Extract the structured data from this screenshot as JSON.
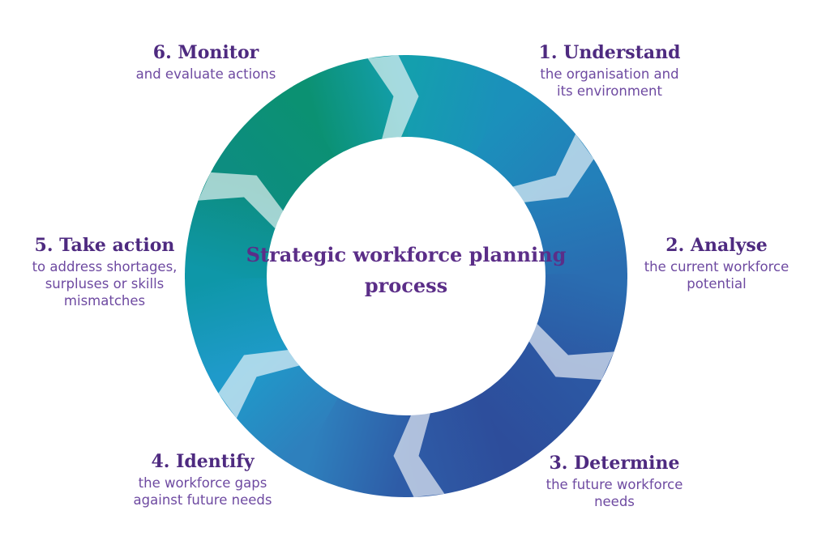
{
  "diagram": {
    "center_title_line1": "Strategic workforce planning",
    "center_title_line2": "process",
    "colors": {
      "title_purple": "#4e2a80",
      "desc_purple": "#6e4aa1",
      "center_purple": "#5b2e88",
      "chevron": "rgba(255,255,255,0.62)",
      "ring_stops": [
        "#149fae",
        "#1b90bb",
        "#2380ba",
        "#2a6db1",
        "#2c57a3",
        "#2d4d9b",
        "#2e5ca7",
        "#2e80bd",
        "#1f9aca",
        "#0e97a8",
        "#0d8d80",
        "#0b9172",
        "#149fae"
      ]
    },
    "steps": [
      {
        "title": "1. Understand",
        "description": "the organisation and\nits environment"
      },
      {
        "title": "2. Analyse",
        "description": "the current workforce\npotential"
      },
      {
        "title": "3. Determine",
        "description": "the future workforce\nneeds"
      },
      {
        "title": "4. Identify",
        "description": "the workforce gaps\nagainst future needs"
      },
      {
        "title": "5. Take action",
        "description": "to address shortages,\nsurpluses or skills\nmismatches"
      },
      {
        "title": "6. Monitor",
        "description": "and evaluate actions"
      }
    ]
  }
}
